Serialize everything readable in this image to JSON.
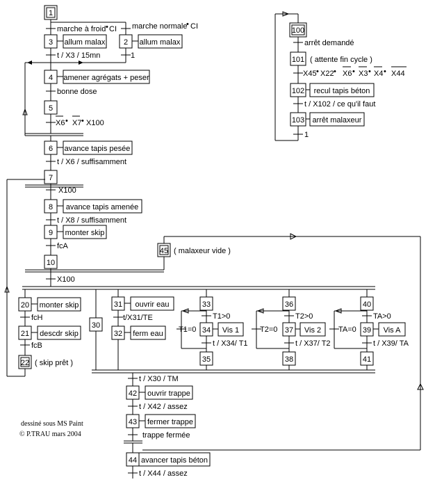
{
  "steps": {
    "s1": "1",
    "s2": "2",
    "s3": "3",
    "s4": "4",
    "s5": "5",
    "s6": "6",
    "s7": "7",
    "s8": "8",
    "s9": "9",
    "s10": "10",
    "s20": "20",
    "s21": "21",
    "s22": "22",
    "s30": "30",
    "s31": "31",
    "s32": "32",
    "s33": "33",
    "s34": "34",
    "s35": "35",
    "s36": "36",
    "s37": "37",
    "s38": "38",
    "s39": "39",
    "s40": "40",
    "s41": "41",
    "s42": "42",
    "s43": "43",
    "s44": "44",
    "s45": "45",
    "s100": "100",
    "s101": "101",
    "s102": "102",
    "s103": "103"
  },
  "actions": {
    "a2": "allum malax",
    "a3": "allum malax",
    "a4": "amener agrégats + peser",
    "a6": "avance tapis pesée",
    "a8": "avance tapis amenée",
    "a9": "monter skip",
    "a20": "monter skip",
    "a21": "descdr skip",
    "a31": "ouvrir eau",
    "a32": "ferm eau",
    "a34": "Vis 1",
    "a37": "Vis 2",
    "a39": "Vis  A",
    "a42": "ouvrir trappe",
    "a43": "fermer trappe",
    "a44": "avancer tapis béton",
    "a102": "recul tapis béton",
    "a103": "arrêt malaxeur"
  },
  "notes": {
    "n22": "( skip prêt )",
    "n45": "( malaxeur vide )",
    "n101": "( attente fin cycle )"
  },
  "transitions": {
    "t_froid": "marche à froid",
    "t_froid_ci": "CI",
    "t_normale": "marche normale",
    "t_normale_ci": "CI",
    "t_one": "1",
    "t_3": "t / X3 / 15mn",
    "t_4": "bonne dose",
    "t_5": [
      "X6",
      "X7",
      "X100"
    ],
    "t_6": "t / X6 / suffisamment",
    "t_7": "X100",
    "t_8": "t / X8 / suffisamment",
    "t_9": "fcA",
    "t_10": "X100",
    "t_20": "fcH",
    "t_21": "fcB",
    "t_31": "t/X31/TE",
    "t_33": "T1>0",
    "t_33b": "T1=0",
    "t_34": "t / X34/ T1",
    "t_36": "T2>0",
    "t_36b": "T2=0",
    "t_37": "t / X37/ T2",
    "t_40": "TA>0",
    "t_40b": "TA=0",
    "t_39": "t / X39/ TA",
    "t_sync": "t / X30 / TM",
    "t_42": "t / X42 / assez",
    "t_43": "trappe fermée",
    "t_44": "t / X44 / assez",
    "t_100": "arrêt demandé",
    "t_101": [
      "X45",
      "X22",
      "X6",
      "X3",
      "X4",
      "X44"
    ],
    "t_102": "t / X102 / ce qu'il faut",
    "t_103": "1"
  },
  "credits": {
    "line1": "dessiné sous MS Paint",
    "line2": "© P.TRAU mars 2004"
  }
}
